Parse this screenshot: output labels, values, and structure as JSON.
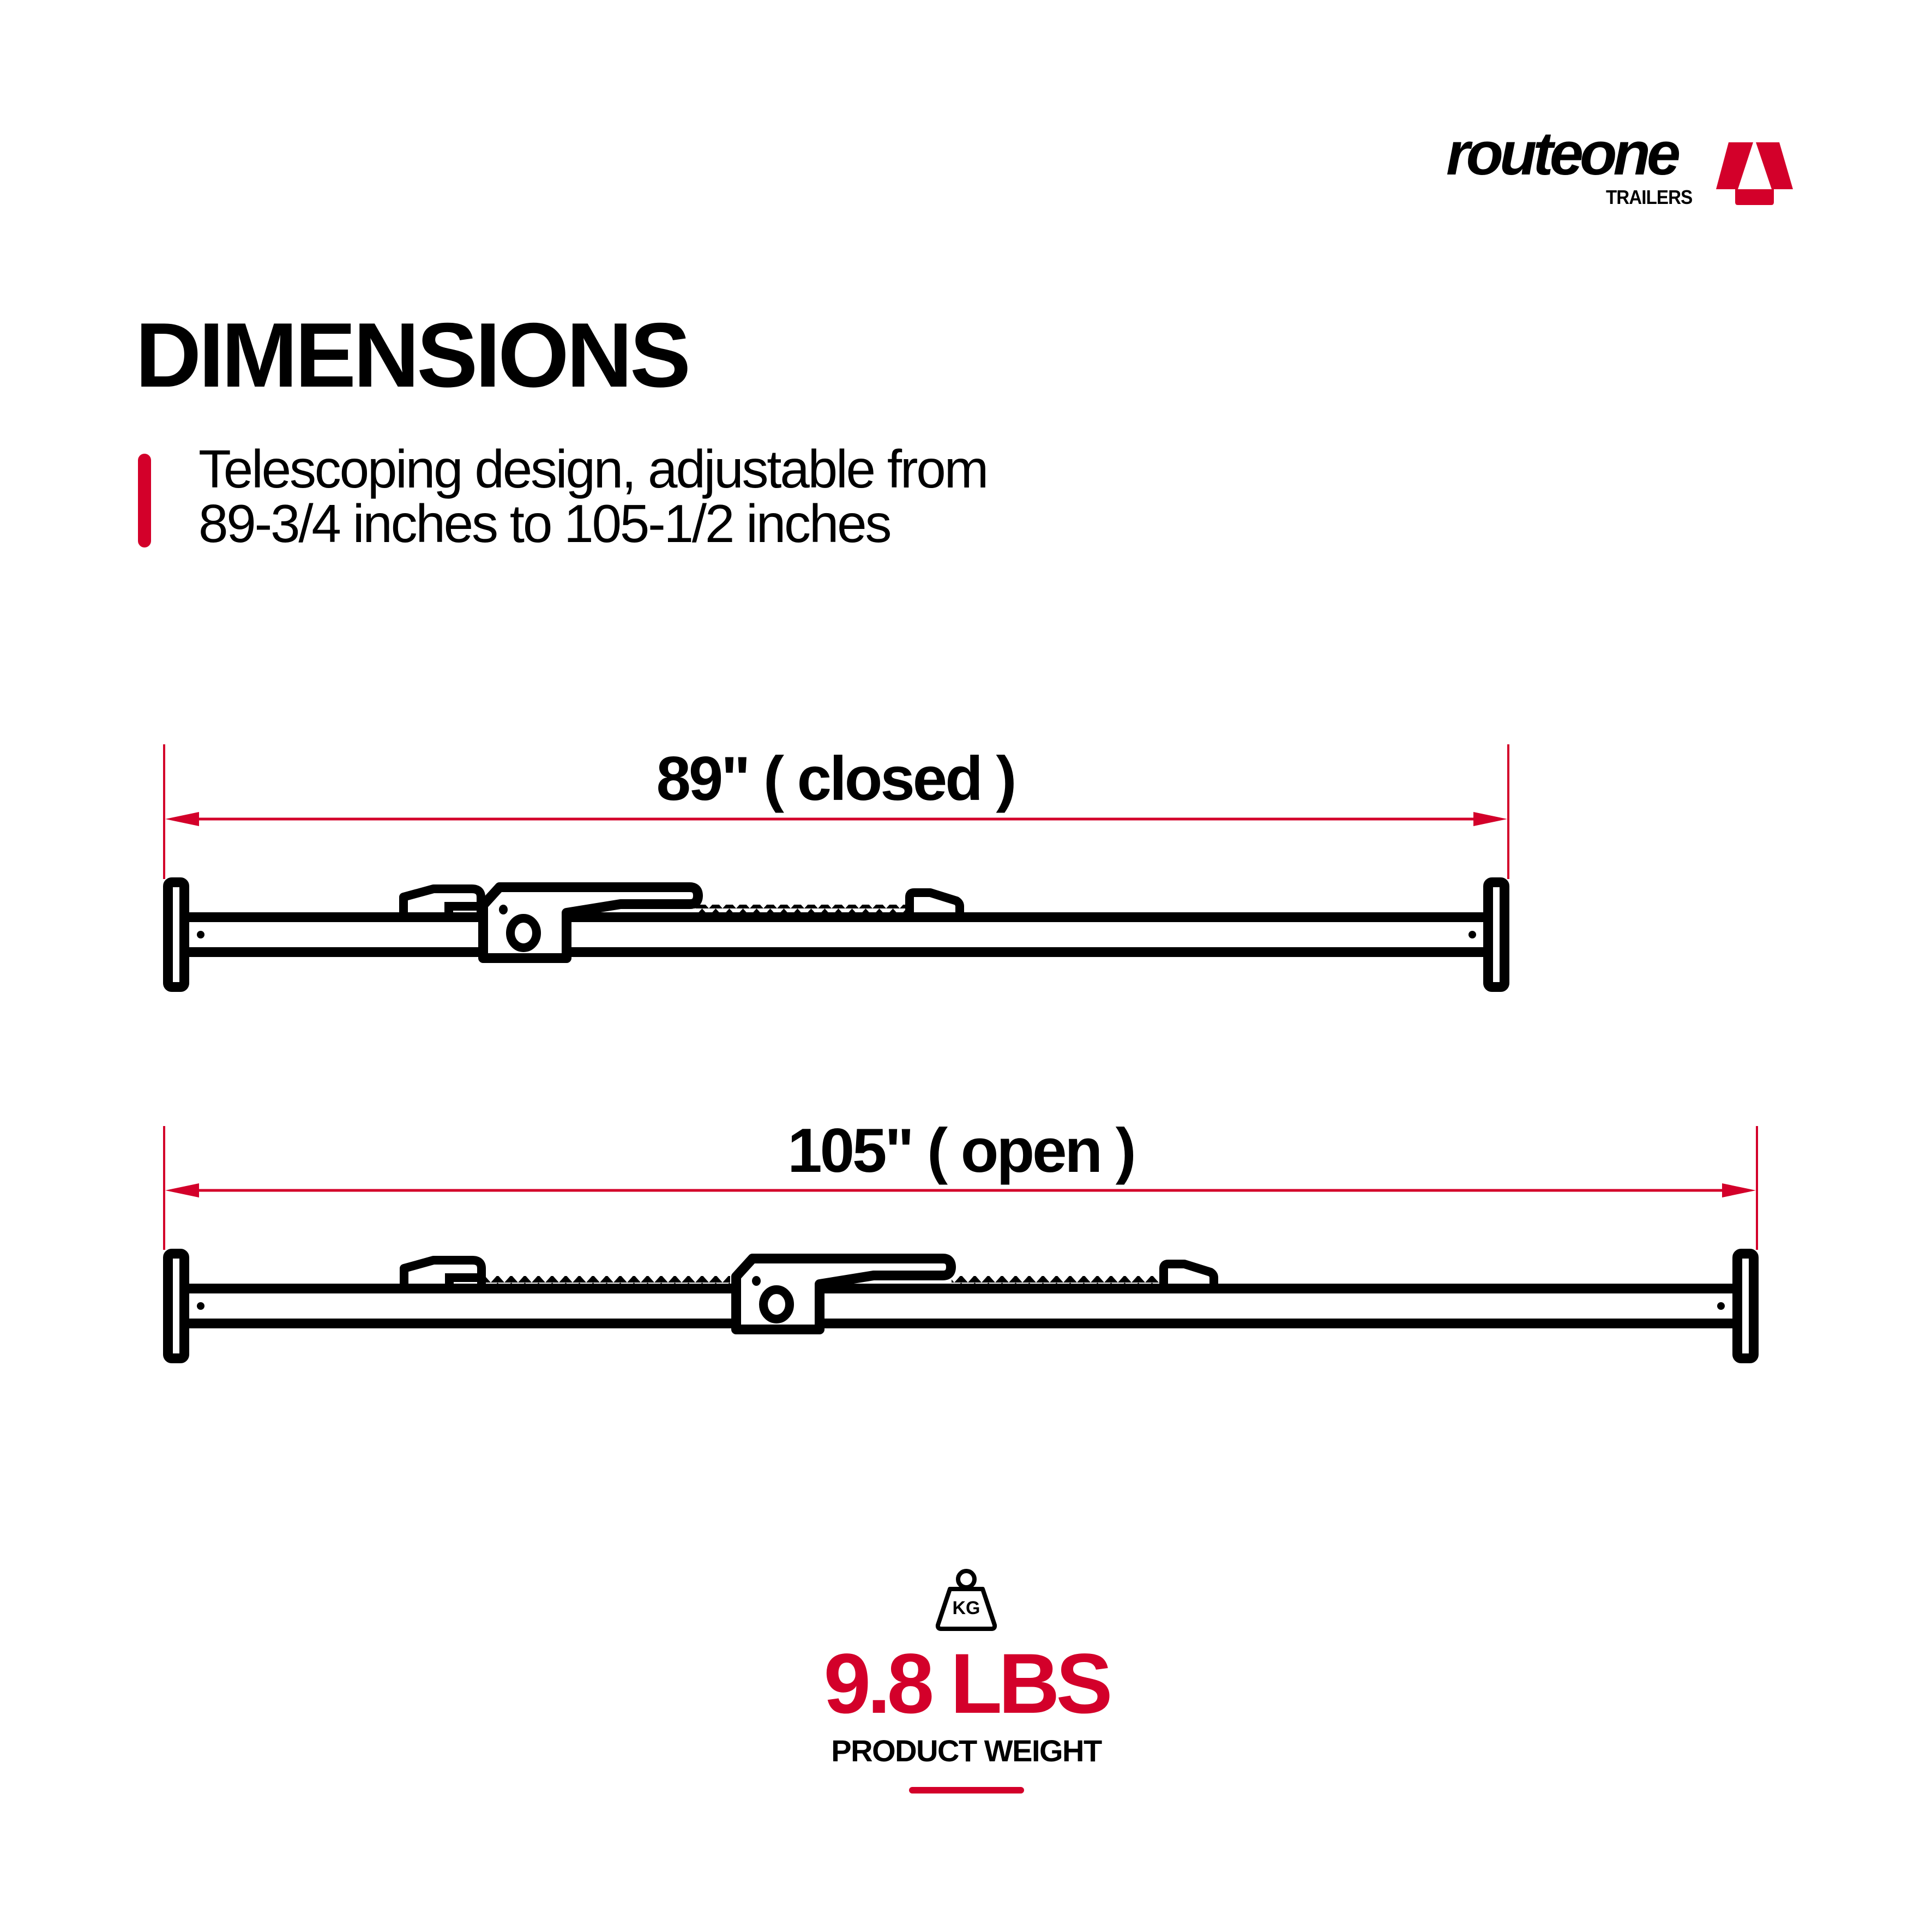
{
  "brand": {
    "name": "routeone",
    "subtitle": "TRAILERS",
    "logo_icon": "triangle-arrow-logo-icon",
    "color": "#D3002A"
  },
  "colors": {
    "accent": "#D3002A",
    "ink": "#000000",
    "background": "#FFFFFF"
  },
  "header": {
    "title": "DIMENSIONS"
  },
  "description": {
    "lines": [
      "Telescoping design, adjustable from",
      "89-3/4 inches to 105-1/2 inches"
    ]
  },
  "diagrams": [
    {
      "state": "closed",
      "label": "89\" ( closed )",
      "length_in": 89,
      "icon": "load-bar-closed-icon"
    },
    {
      "state": "open",
      "label": "105\" ( open )",
      "length_in": 105,
      "icon": "load-bar-open-icon"
    }
  ],
  "weight": {
    "icon": "kg-weight-icon",
    "icon_text": "KG",
    "value": "9.8 LBS",
    "label": "PRODUCT WEIGHT"
  }
}
